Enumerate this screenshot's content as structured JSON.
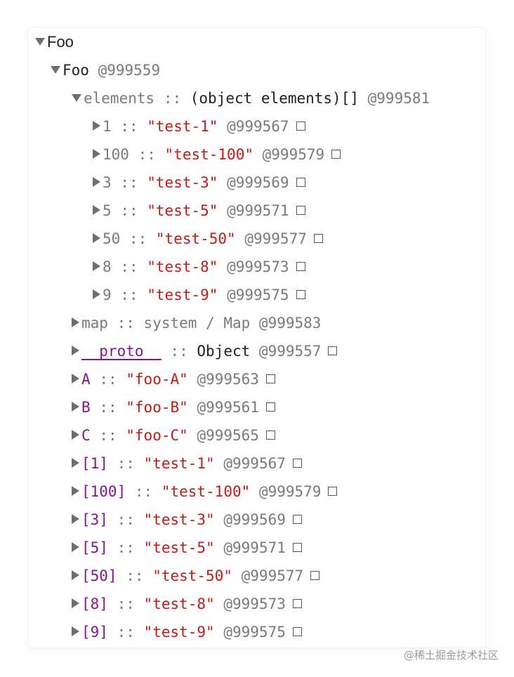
{
  "root": {
    "label": "Foo"
  },
  "instance": {
    "label": "Foo",
    "address": "@999559"
  },
  "elements": {
    "label": "elements",
    "type": "(object elements)[]",
    "address": "@999581",
    "items": [
      {
        "key": "1",
        "value": "\"test-1\"",
        "address": "@999567"
      },
      {
        "key": "100",
        "value": "\"test-100\"",
        "address": "@999579"
      },
      {
        "key": "3",
        "value": "\"test-3\"",
        "address": "@999569"
      },
      {
        "key": "5",
        "value": "\"test-5\"",
        "address": "@999571"
      },
      {
        "key": "50",
        "value": "\"test-50\"",
        "address": "@999577"
      },
      {
        "key": "8",
        "value": "\"test-8\"",
        "address": "@999573"
      },
      {
        "key": "9",
        "value": "\"test-9\"",
        "address": "@999575"
      }
    ]
  },
  "map": {
    "label": "map",
    "type": "system / Map",
    "address": "@999583"
  },
  "proto": {
    "label": "__proto__",
    "type": "Object",
    "address": "@999557"
  },
  "props": [
    {
      "key": "A",
      "value": "\"foo-A\"",
      "address": "@999563"
    },
    {
      "key": "B",
      "value": "\"foo-B\"",
      "address": "@999561"
    },
    {
      "key": "C",
      "value": "\"foo-C\"",
      "address": "@999565"
    }
  ],
  "indexed": [
    {
      "key": "[1]",
      "value": "\"test-1\"",
      "address": "@999567"
    },
    {
      "key": "[100]",
      "value": "\"test-100\"",
      "address": "@999579"
    },
    {
      "key": "[3]",
      "value": "\"test-3\"",
      "address": "@999569"
    },
    {
      "key": "[5]",
      "value": "\"test-5\"",
      "address": "@999571"
    },
    {
      "key": "[50]",
      "value": "\"test-50\"",
      "address": "@999577"
    },
    {
      "key": "[8]",
      "value": "\"test-8\"",
      "address": "@999573"
    },
    {
      "key": "[9]",
      "value": "\"test-9\"",
      "address": "@999575"
    }
  ],
  "separator": "::",
  "watermark": "@稀土掘金技术社区"
}
